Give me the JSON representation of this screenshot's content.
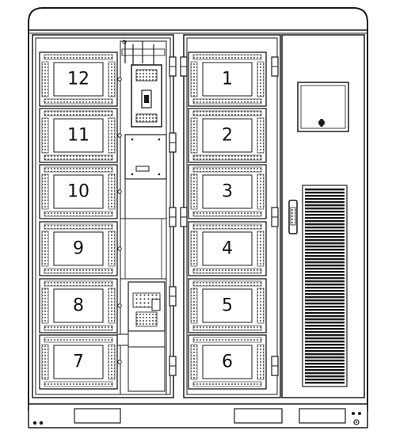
{
  "diagram": {
    "left_bay_modules": [
      "12",
      "11",
      "10",
      "9",
      "8",
      "7"
    ],
    "right_bay_modules": [
      "1",
      "2",
      "3",
      "4",
      "5",
      "6"
    ],
    "icons": {
      "vent": "ventilation-grille-icon",
      "handle": "door-handle-icon",
      "lock": "keyhole-lock-icon",
      "display": "display-window-icon",
      "ground": "ground-terminal-icon"
    },
    "colors": {
      "line": "#1a1a1a",
      "background": "#ffffff",
      "hatch": "#555555"
    }
  }
}
